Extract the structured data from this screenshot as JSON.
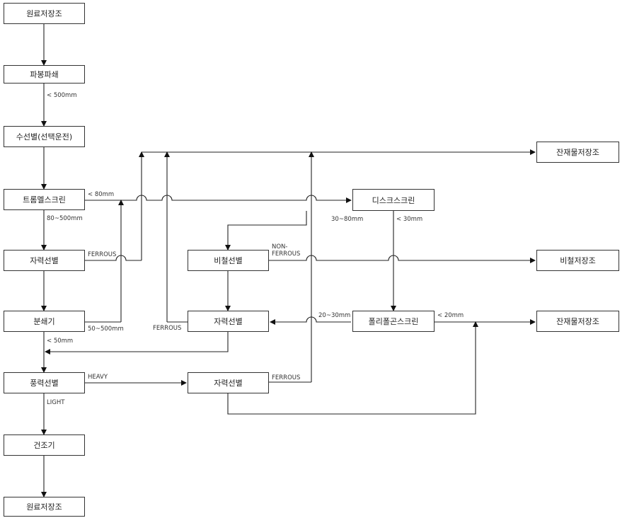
{
  "nodes": {
    "raw_storage_top": "원료저장조",
    "crusher": "파봉파쇄",
    "hand_sort": "수선별(선택운전)",
    "trommel": "트롬멜스크린",
    "magnetic_sep_1": "자력선별",
    "shredder": "분쇄기",
    "gravity_sep": "풍력선별",
    "dryer": "건조기",
    "raw_storage_bottom": "원료저장조",
    "disc_screen": "디스크스크린",
    "nonmagnetic_sep": "비철선별",
    "magnetic_sep_2": "자력선별",
    "poly_screen": "폴리폴곤스크린",
    "magnetic_sep_3": "자력선별",
    "residue_storage": "잔재물저장조",
    "nonferrous_storage": "비철저장조",
    "fine_storage": "잔재물저장조"
  },
  "labels": {
    "lt_500mm": "< 500mm",
    "lt_80mm": "< 80mm",
    "r80_500mm": "80~500mm",
    "ferrous_1": "FERROUS",
    "r50_500mm": "50~500mm",
    "lt_50mm": "< 50mm",
    "heavy": "HEAVY",
    "light": "LIGHT",
    "r30_80mm": "30~80mm",
    "lt_30mm": "< 30mm",
    "non_ferrous": "NON-\nFERROUS",
    "r20_30mm": "20~30mm",
    "lt_20mm": "< 20mm",
    "ferrous_2": "FERROUS",
    "ferrous_3": "FERROUS"
  }
}
